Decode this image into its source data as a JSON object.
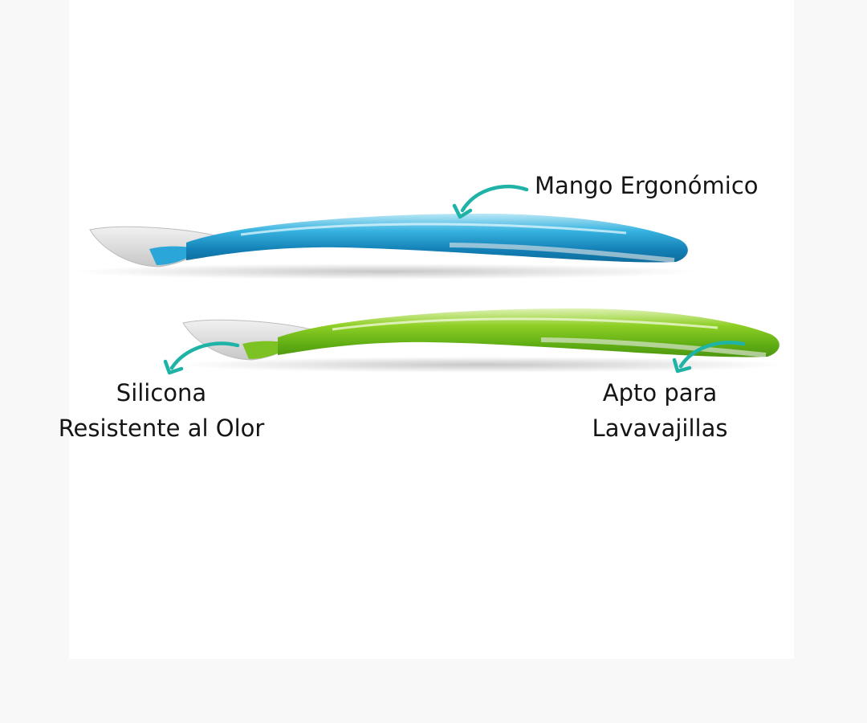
{
  "callouts": {
    "handle": {
      "text": "Mango Ergonómico"
    },
    "tip": {
      "line1": "Silicona",
      "line2": "Resistente al Olor"
    },
    "dishwasher": {
      "line1": "Apto para",
      "line2": "Lavavajillas"
    }
  },
  "colors": {
    "arrow": "#1fb3a8",
    "blue_spoon": "#1f9bd0",
    "green_spoon": "#72bd1c",
    "text": "#151515"
  },
  "icons": {
    "handle_arrow": "curved-arrow-icon",
    "tip_arrow": "curved-arrow-icon",
    "dishwasher_arrow": "curved-arrow-icon"
  }
}
